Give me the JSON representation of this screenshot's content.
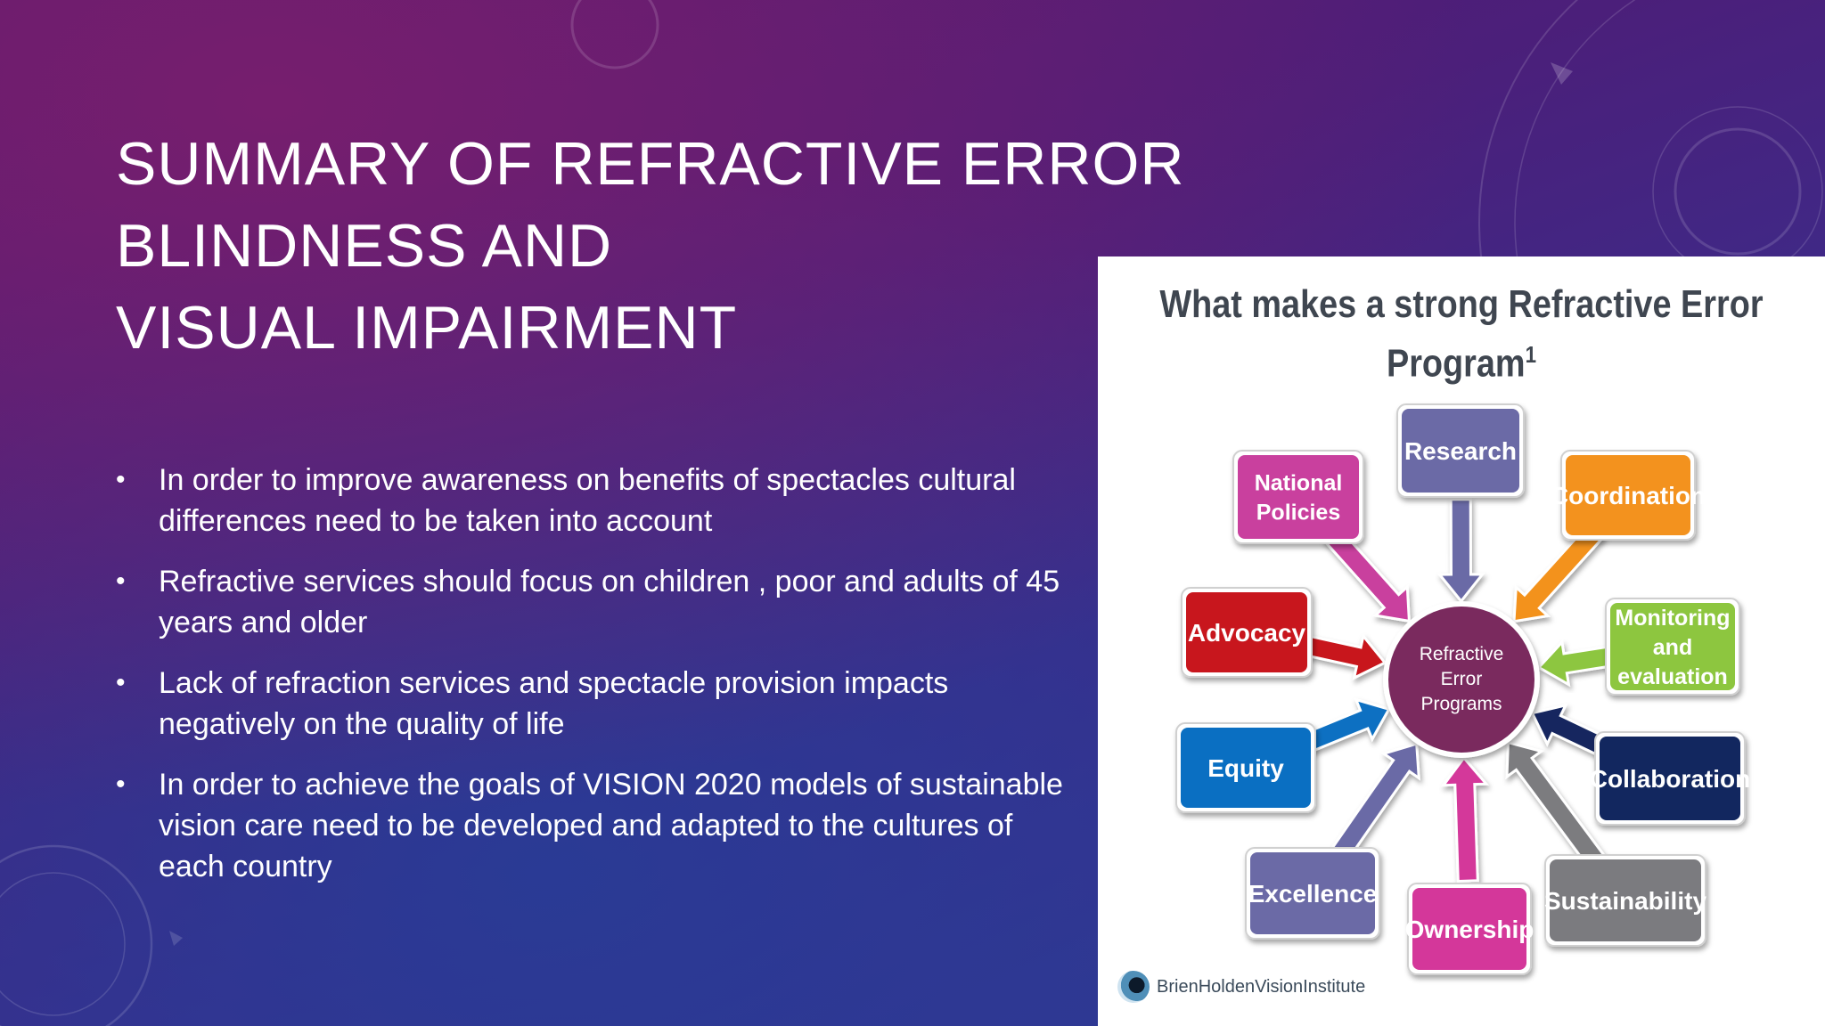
{
  "slide": {
    "title_line1": "SUMMARY OF REFRACTIVE ERROR BLINDNESS AND",
    "title_line2": "VISUAL IMPAIRMENT",
    "bullet_symbol": "•",
    "bullets": [
      "In order to improve awareness on benefits of spectacles cultural differences need to be taken into account",
      "Refractive services should focus on children , poor and adults of 45 years and older",
      "Lack of refraction services and spectacle provision impacts negatively on the quality of life",
      "In order to achieve the goals of VISION 2020 models of sustainable vision care need to be developed and adapted to the cultures of each country"
    ]
  },
  "figure": {
    "title": "What makes a strong Refractive Error Program",
    "title_superscript": "1",
    "center": {
      "line1": "Refractive",
      "line2": "Error",
      "line3": "Programs",
      "color": "#7a2a5e"
    },
    "boxes": [
      {
        "id": "research",
        "line1": "Research",
        "line2": "",
        "line3": "",
        "color": "#6b6aa6"
      },
      {
        "id": "coordination",
        "line1": "Coordination",
        "line2": "",
        "line3": "",
        "color": "#f3921e"
      },
      {
        "id": "monitoring",
        "line1": "Monitoring",
        "line2": "and",
        "line3": "evaluation",
        "color": "#8dc63f"
      },
      {
        "id": "collaboration",
        "line1": "Collaboration",
        "line2": "",
        "line3": "",
        "color": "#12275f"
      },
      {
        "id": "sustainability",
        "line1": "Sustainability",
        "line2": "",
        "line3": "",
        "color": "#7b7b7f"
      },
      {
        "id": "ownership",
        "line1": "Ownership",
        "line2": "",
        "line3": "",
        "color": "#d4379a"
      },
      {
        "id": "excellence",
        "line1": "Excellence",
        "line2": "",
        "line3": "",
        "color": "#6b6aa6"
      },
      {
        "id": "equity",
        "line1": "Equity",
        "line2": "",
        "line3": "",
        "color": "#0a6fc2"
      },
      {
        "id": "advocacy",
        "line1": "Advocacy",
        "line2": "",
        "line3": "",
        "color": "#c8161d"
      },
      {
        "id": "national-policies",
        "line1": "National",
        "line2": "Policies",
        "line3": "",
        "color": "#c9409e"
      }
    ],
    "logo_text": "BrienHoldenVisionInstitute"
  }
}
